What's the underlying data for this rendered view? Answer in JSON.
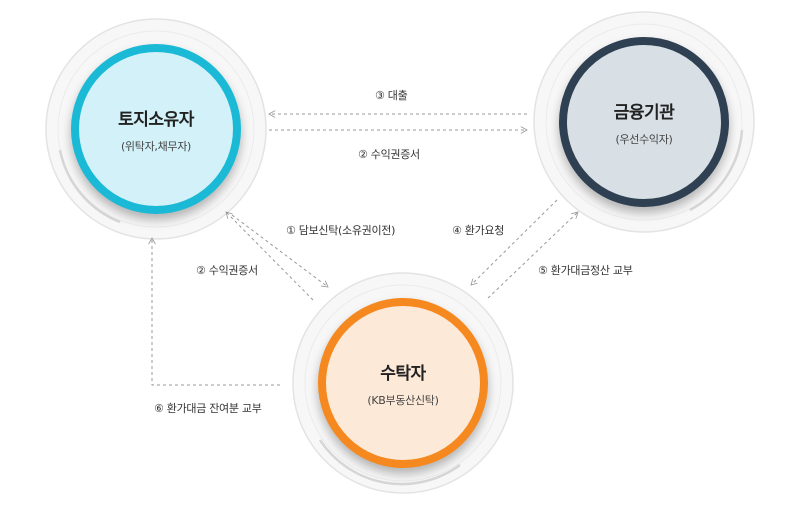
{
  "nodes": {
    "owner": {
      "title": "토지소유자",
      "subtitle": "(위탁자,채무자)"
    },
    "bank": {
      "title": "금융기관",
      "subtitle": "(우선수익자)"
    },
    "trustee": {
      "title": "수탁자",
      "subtitle": "(KB부동산신탁)"
    }
  },
  "flows": {
    "loan": "③ 대출",
    "certificate_to_bank": "② 수익권증서",
    "trust_transfer": "① 담보신탁(소유권이전)",
    "certificate_to_owner": "② 수익권증서",
    "liquidation_request": "④ 환가요청",
    "settlement": "⑤ 환가대금정산 교부",
    "remainder": "⑥ 환가대금 잔여분 교부"
  },
  "colors": {
    "owner_ring": "#1ab9d6",
    "bank_ring": "#2f4052",
    "trustee_ring": "#f5891f",
    "arrow": "#999999"
  }
}
